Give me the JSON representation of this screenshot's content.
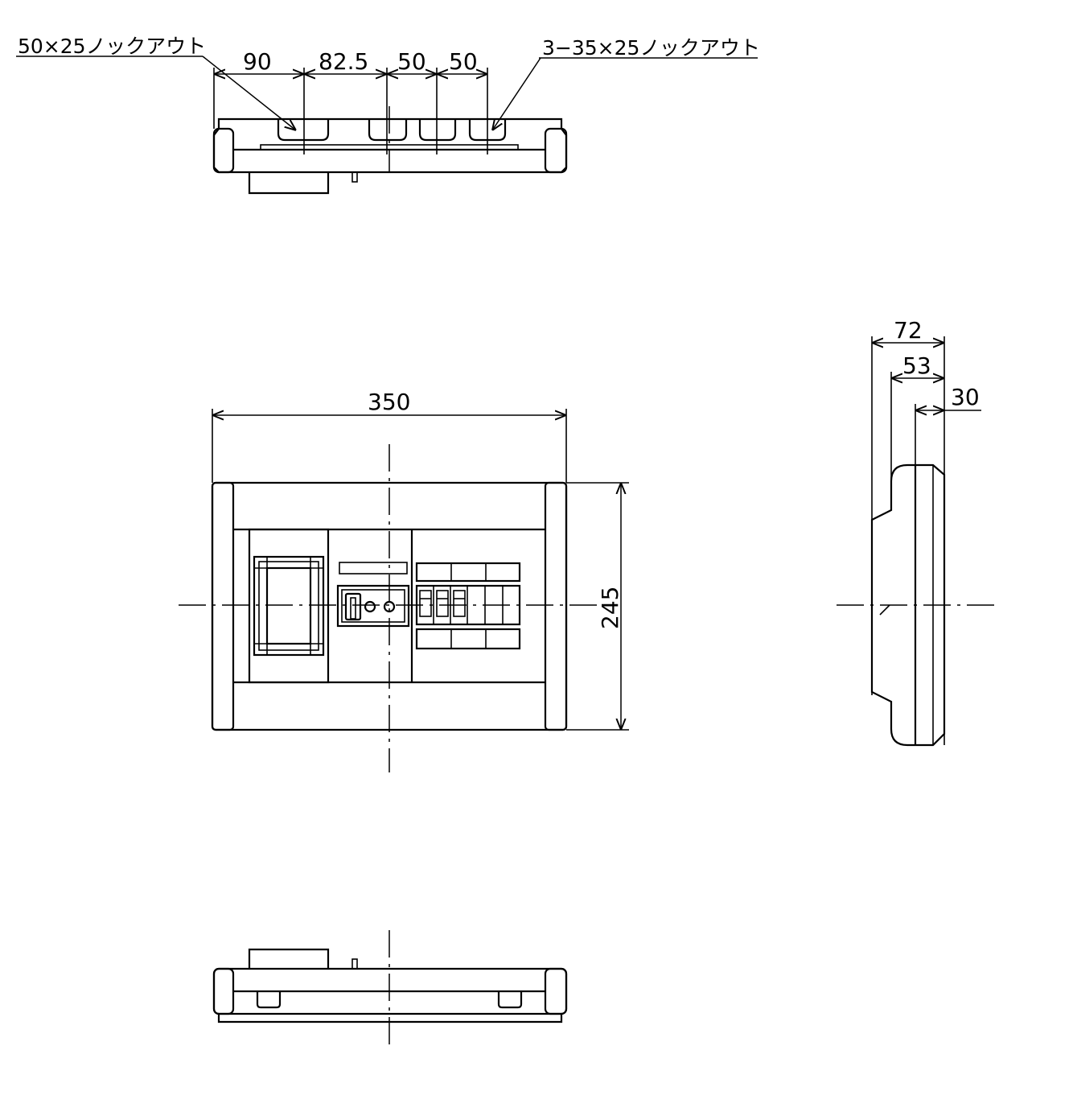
{
  "top_view": {
    "knockout_left_label": "50×25ノックアウト",
    "knockout_right_label": "3−35×25ノックアウト",
    "dim_1": "90",
    "dim_2": "82.5",
    "dim_3": "50",
    "dim_4": "50"
  },
  "front_view": {
    "width_label": "350",
    "height_label": "245"
  },
  "side_view": {
    "depth_total": "72",
    "depth_mid": "53",
    "depth_front": "30"
  }
}
